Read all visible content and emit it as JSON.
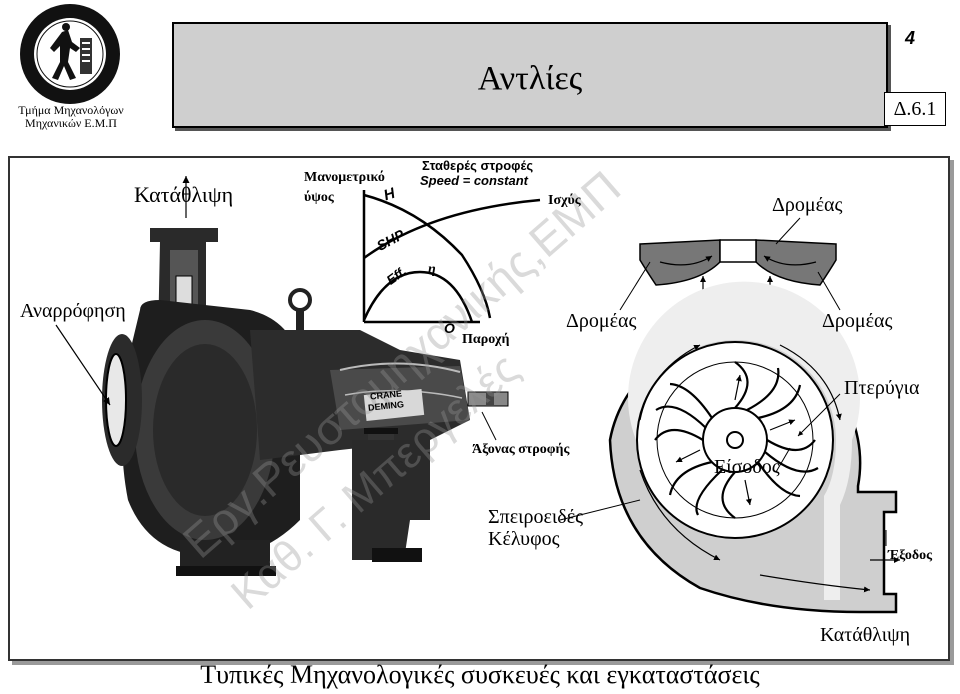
{
  "header": {
    "department_line1": "Τμήμα Μηχανολόγων",
    "department_line2": "Μηχανικών Ε.Μ.Π",
    "title": "Αντλίες",
    "page_number": "4",
    "section": "Δ.6.1"
  },
  "labels": {
    "discharge_top": "Κατάθλιψη",
    "suction": "Αναρρόφηση",
    "head_line1": "Μανομετρικό",
    "head_line2": "ύψος",
    "constant_speed": "Σταθερές στροφές",
    "speed_constant_en": "Speed = constant",
    "curve_h": "H",
    "curve_shp": "SHP",
    "curve_eff": "Eff.",
    "curve_eta": "η",
    "origin": "O",
    "power": "Ισχύς",
    "flow": "Παροχή",
    "impeller_top": "Δρομέας",
    "impeller_left": "Δρομέας",
    "impeller_right": "Δρομέας",
    "vanes": "Πτερύγια",
    "shaft": "Άξονας στροφής",
    "inlet": "Είσοδος",
    "volute_line1": "Σπειροειδές",
    "volute_line2": "Κέλυφος",
    "outlet": "Έξοδος",
    "discharge_bottom": "Κατάθλιψη",
    "nameplate_line1": "CRANE",
    "nameplate_line2": "DEMING"
  },
  "watermark": {
    "line1": "Εργ.Ρευστομηχανικής,ΕΜΠ",
    "line2": "Καθ. Γ. Μπεργελές"
  },
  "footer": {
    "text": "Τυπικές Μηχανολογικές συσκευές και εγκαταστάσεις"
  }
}
